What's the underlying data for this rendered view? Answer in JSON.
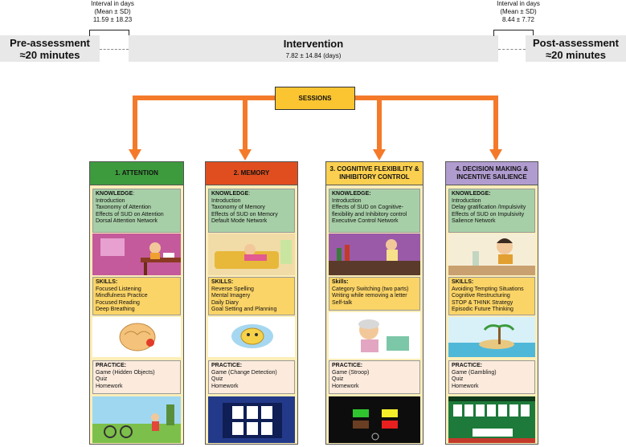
{
  "timeline": {
    "pre": {
      "title": "Pre-assessment",
      "subtitle": "≈20 minutes"
    },
    "interval_left": {
      "line1": "Interval in days",
      "line2": "(Mean ± SD)",
      "line3": "11.59 ± 18.23"
    },
    "intervention": {
      "title": "Intervention",
      "subtitle": "7.82 ± 14.84 (days)"
    },
    "interval_right": {
      "line1": "Interval in days",
      "line2": "(Mean ± SD)",
      "line3": "8.44 ± 7.72"
    },
    "post": {
      "title": "Post-assessment",
      "subtitle": "≈20 minutes"
    }
  },
  "sessions_label": "SESSIONS",
  "colors": {
    "arrow": "#f47a2a",
    "attention": "#3d9a3d",
    "memory": "#e04e1f",
    "flex": "#fbd050",
    "decision": "#b19cd0"
  },
  "columns": [
    {
      "header": "1. ATTENTION",
      "knowledge_title": "KNOWLEDGE",
      "knowledge": [
        "Introduction",
        "Taxonomy of Attention",
        "Effects of SUD on Attention",
        "Dorsal Attention Network"
      ],
      "skills_title": "SKILLS:",
      "skills": [
        "Focused Listening",
        "Mindfulness Practice",
        "Focused Reading",
        "Deep Breathing"
      ],
      "practice_title": "PRACTICE:",
      "practice": [
        "Game (Hidden Objects)",
        "Quiz",
        "Homework"
      ]
    },
    {
      "header": "2. MEMORY",
      "knowledge_title": "KNOWLEDGE",
      "knowledge": [
        "Introduction",
        "Taxonomy of Memory",
        "Effects of SUD on Memory",
        "Default Mode Network"
      ],
      "skills_title": "SKILLS:",
      "skills": [
        "Reverse Spelling",
        "Mental Imagery",
        "Daily Diary",
        "Goal Setting and Planning"
      ],
      "practice_title": "PRACTICE:",
      "practice": [
        "Game (Change Detection)",
        "Quiz",
        "Homework"
      ]
    },
    {
      "header": "3. COGNITIVE FLEXIBILITY & INHIBITORY CONTROL",
      "knowledge_title": "KNOWLEDGE:",
      "knowledge": [
        "Introduction",
        "Effects of SUD on Cognitive-flexibility and Inhibitory control",
        "Executive Control Network"
      ],
      "skills_title": "Skills:",
      "skills": [
        "Category Switching (two parts)",
        "Writing while removing a letter",
        "Self-talk"
      ],
      "practice_title": "PRACTICE:",
      "practice": [
        "Game (Stroop)",
        "Quiz",
        "Homework"
      ]
    },
    {
      "header": "4. DECISION MAKING & INCENTIVE SAILIENCE",
      "knowledge_title": "KNOWLEDGE:",
      "knowledge": [
        "Introduction",
        "Delay gratification /Impulsivity",
        "Effects of SUD on Impulsivity",
        "Salience Network"
      ],
      "skills_title": "SKILLS:",
      "skills": [
        "Avoiding Tempting Situations",
        "Cognitive Restructuring",
        "STOP & THINK Strategy",
        "Episodic Future Thinking"
      ],
      "practice_title": "PRACTICE:",
      "practice": [
        "Game (Gambling)",
        "Quiz",
        "Homework"
      ]
    }
  ]
}
